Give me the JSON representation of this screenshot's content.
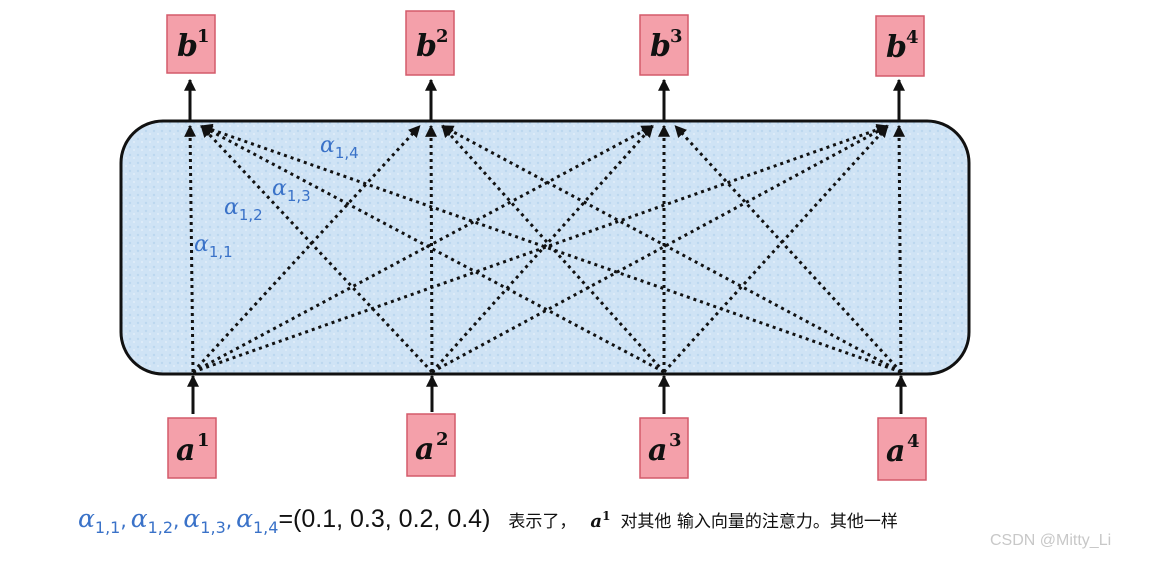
{
  "outputs": [
    {
      "base": "b",
      "sup": "1"
    },
    {
      "base": "b",
      "sup": "2"
    },
    {
      "base": "b",
      "sup": "3"
    },
    {
      "base": "b",
      "sup": "4"
    }
  ],
  "inputs": [
    {
      "base": "a",
      "sup": "1"
    },
    {
      "base": "a",
      "sup": "2"
    },
    {
      "base": "a",
      "sup": "3"
    },
    {
      "base": "a",
      "sup": "4"
    }
  ],
  "alpha_labels": [
    {
      "base": "α",
      "sub": "1,1"
    },
    {
      "base": "α",
      "sub": "1,2"
    },
    {
      "base": "α",
      "sub": "1,3"
    },
    {
      "base": "α",
      "sub": "1,4"
    }
  ],
  "caption": {
    "alphas": [
      {
        "base": "α",
        "sub": "1,1"
      },
      {
        "base": "α",
        "sub": "1,2"
      },
      {
        "base": "α",
        "sub": "1,3"
      },
      {
        "base": "α",
        "sub": "1,4"
      }
    ],
    "separator": ",",
    "values": "=(0.1, 0.3, 0.2, 0.4)",
    "text_before": "表示了，",
    "vector": {
      "base": "a",
      "sup": "1"
    },
    "text_after": "对其他 输入向量的注意力。其他一样"
  },
  "watermark": "CSDN @Mitty_Li",
  "colors": {
    "box_fill": "#f4a0aa",
    "box_border": "#d35a6a",
    "panel_fill": "#cfe3f5",
    "alpha_text": "#3a72c8"
  }
}
